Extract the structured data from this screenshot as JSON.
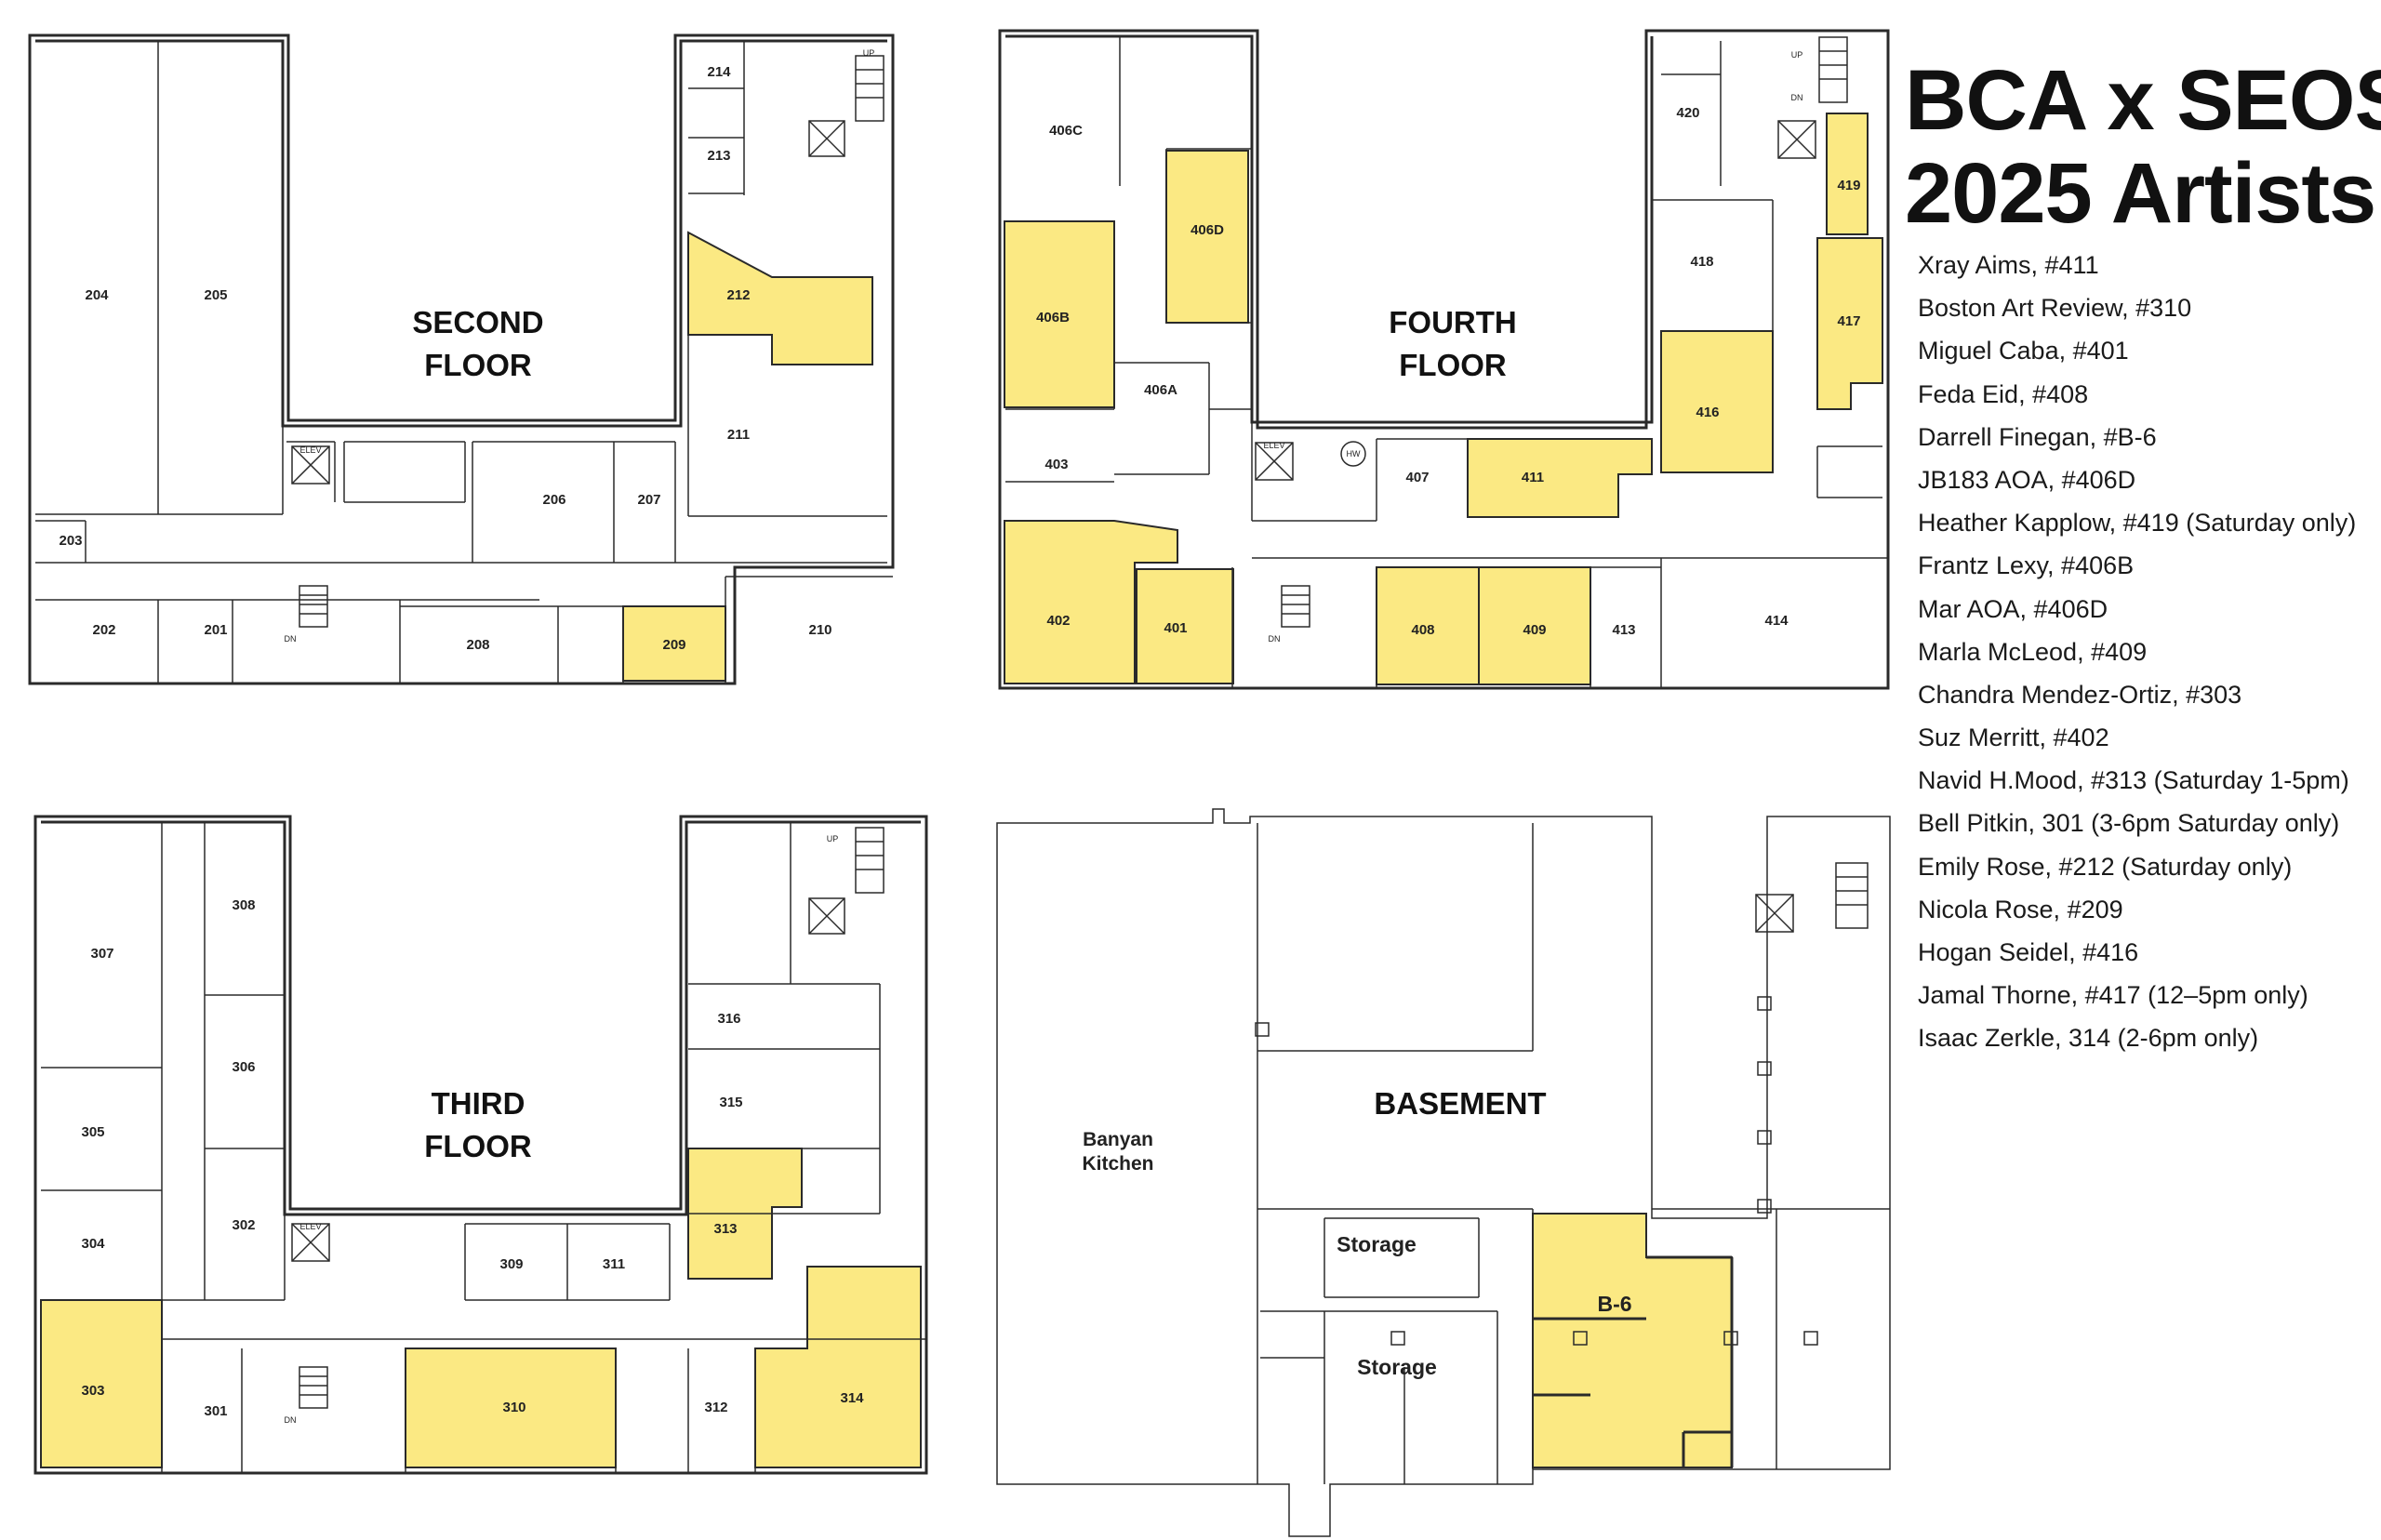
{
  "title": {
    "line1": "BCA x SEOS",
    "line2": "2025 Artists"
  },
  "colors": {
    "highlight": "#fbe983",
    "wall": "#2a2a2a",
    "background": "#ffffff"
  },
  "floors": {
    "second": {
      "label1": "SECOND",
      "label2": "FLOOR"
    },
    "fourth": {
      "label1": "FOURTH",
      "label2": "FLOOR"
    },
    "third": {
      "label1": "THIRD",
      "label2": "FLOOR"
    },
    "basement": {
      "label1": "BASEMENT"
    }
  },
  "rooms": {
    "second": [
      "204",
      "205",
      "214",
      "213",
      "212",
      "211",
      "206",
      "207",
      "203",
      "202",
      "201",
      "208",
      "209",
      "210"
    ],
    "fourth": [
      "406C",
      "406D",
      "406B",
      "406A",
      "403",
      "402",
      "401",
      "420",
      "419",
      "418",
      "417",
      "416",
      "407",
      "411",
      "408",
      "409",
      "413",
      "414"
    ],
    "third": [
      "307",
      "308",
      "306",
      "305",
      "304",
      "303",
      "302",
      "301",
      "309",
      "311",
      "316",
      "315",
      "313",
      "310",
      "312",
      "314"
    ],
    "basement": [
      "Banyan",
      "Kitchen",
      "Storage",
      "Storage",
      "B-6"
    ]
  },
  "highlighted_rooms": [
    "212",
    "209",
    "406D",
    "406B",
    "402",
    "401",
    "419",
    "417",
    "416",
    "411",
    "408",
    "409",
    "303",
    "313",
    "310",
    "314",
    "B-6"
  ],
  "plan_marks": {
    "elevator": "ELEV",
    "up": "UP",
    "down": "DN",
    "hot_water": "HW"
  },
  "artists": [
    "Xray Aims, #411",
    "Boston Art Review, #310",
    "Miguel Caba, #401",
    "Feda Eid, #408",
    "Darrell Finegan, #B-6",
    "JB183 AOA, #406D",
    "Heather Kapplow, #419 (Saturday only)",
    "Frantz Lexy, #406B",
    "Mar AOA, #406D",
    "Marla McLeod, #409",
    "Chandra Mendez-Ortiz, #303",
    "Suz Merritt, #402",
    "Navid H.Mood, #313 (Saturday 1-5pm)",
    "Bell Pitkin, 301 (3-6pm Saturday only)",
    "Emily Rose, #212 (Saturday only)",
    "Nicola Rose, #209",
    "Hogan Seidel, #416",
    "Jamal Thorne, #417 (12–5pm only)",
    "Isaac Zerkle, 314 (2-6pm only)"
  ]
}
